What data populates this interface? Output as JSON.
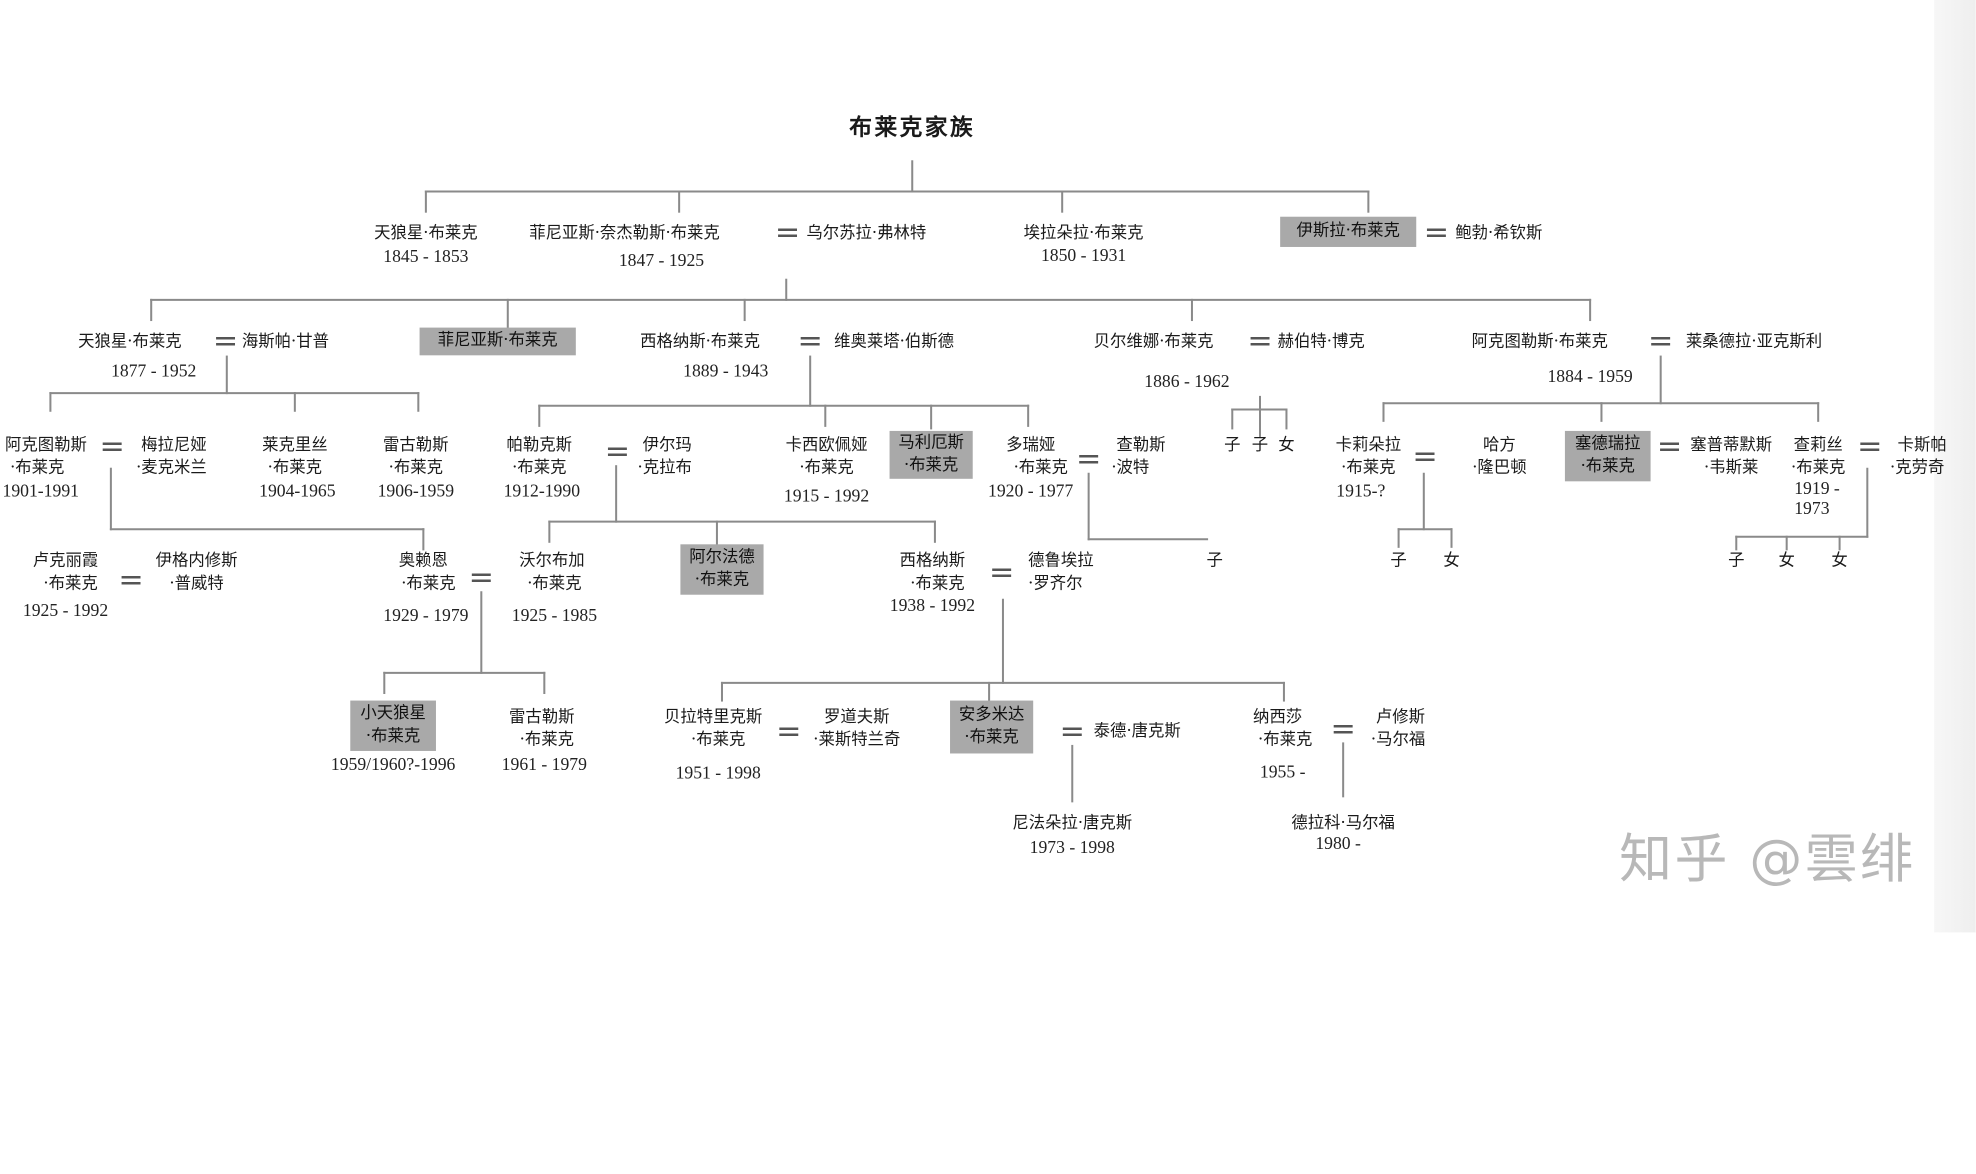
{
  "title": "布莱克家族",
  "watermark": "知乎 @雲绯",
  "gen1": {
    "sirius1": {
      "name": "天狼星·布莱克",
      "years": "1845 - 1853"
    },
    "phineas": {
      "name": "菲尼亚斯·奈杰勒斯·布莱克",
      "years": "1847 - 1925"
    },
    "ursula": {
      "name": "乌尔苏拉·弗林特"
    },
    "elladora": {
      "name": "埃拉朵拉·布莱克",
      "years": "1850 - 1931"
    },
    "isla": {
      "name": "伊斯拉·布莱克"
    },
    "bob": {
      "name": "鲍勃·希钦斯"
    }
  },
  "gen2": {
    "sirius2": {
      "name": "天狼星·布莱克",
      "years": "1877 - 1952"
    },
    "hesper": {
      "name": "海斯帕·甘普"
    },
    "phineas2": {
      "name": "菲尼亚斯·布莱克"
    },
    "cygnus": {
      "name": "西格纳斯·布莱克",
      "years": "1889 - 1943"
    },
    "violetta": {
      "name": "维奥莱塔·伯斯德"
    },
    "belvina": {
      "name": "贝尔维娜·布莱克",
      "years": "1886 - 1962"
    },
    "herbert": {
      "name": "赫伯特·博克"
    },
    "arcturus": {
      "name": "阿克图勒斯·布莱克",
      "years": "1884 - 1959"
    },
    "lysandra": {
      "name": "莱桑德拉·亚克斯利"
    }
  },
  "gen3": {
    "arcturus2": {
      "name1": "阿克图勒斯",
      "name2": "·布莱克",
      "years": "1901-1991"
    },
    "melania": {
      "name1": "梅拉尼娅",
      "name2": "·麦克米兰"
    },
    "lycoris": {
      "name1": "莱克里丝",
      "name2": "·布莱克",
      "years": "1904-1965"
    },
    "regulus1": {
      "name1": "雷古勒斯",
      "name2": "·布莱克",
      "years": "1906-1959"
    },
    "pollux": {
      "name1": "帕勒克斯",
      "name2": "·布莱克",
      "years": "1912-1990"
    },
    "irma": {
      "name1": "伊尔玛",
      "name2": "·克拉布"
    },
    "cassiopeia": {
      "name1": "卡西欧佩娅",
      "name2": "·布莱克",
      "years": "1915 - 1992"
    },
    "marius": {
      "name1": "马利厄斯",
      "name2": "·布莱克"
    },
    "dorea": {
      "name1": "多瑞娅",
      "name2": "·布莱克",
      "years": "1920 - 1977"
    },
    "charlus": {
      "name1": "查勒斯",
      "name2": "·波特"
    },
    "belvina_children": [
      "子",
      "子",
      "女"
    ],
    "callidora": {
      "name1": "卡莉朵拉",
      "name2": "·布莱克",
      "years": "1915-?"
    },
    "harfang": {
      "name1": "哈方",
      "name2": "·隆巴顿"
    },
    "cedrella": {
      "name1": "塞德瑞拉",
      "name2": "·布莱克"
    },
    "septimus": {
      "name1": "塞普蒂默斯",
      "name2": "·韦斯莱"
    },
    "charis": {
      "name1": "查莉丝",
      "name2": "·布莱克",
      "years1": "1919 -",
      "years2": "1973"
    },
    "caspar": {
      "name1": "卡斯帕",
      "name2": "·克劳奇"
    }
  },
  "gen4": {
    "lucretia": {
      "name1": "卢克丽霞",
      "name2": "·布莱克",
      "years": "1925 - 1992"
    },
    "ignatius": {
      "name1": "伊格内修斯",
      "name2": "·普威特"
    },
    "orion": {
      "name1": "奥赖恩",
      "name2": "·布莱克",
      "years": "1929 - 1979"
    },
    "walburga": {
      "name1": "沃尔布加",
      "name2": "·布莱克",
      "years": "1925 - 1985"
    },
    "alphard": {
      "name1": "阿尔法德",
      "name2": "·布莱克"
    },
    "cygnus2": {
      "name1": "西格纳斯",
      "name2": "·布莱克",
      "years": "1938 - 1992"
    },
    "druella": {
      "name1": "德鲁埃拉",
      "name2": "·罗齐尔"
    },
    "dorea_child": "子",
    "callidora_children": [
      "子",
      "女"
    ],
    "charis_children": [
      "子",
      "女",
      "女"
    ]
  },
  "gen5": {
    "sirius3": {
      "name1": "小天狼星",
      "name2": "·布莱克",
      "years": "1959/1960?-1996"
    },
    "regulus2": {
      "name1": "雷古勒斯",
      "name2": "·布莱克",
      "years": "1961 - 1979"
    },
    "bellatrix": {
      "name1": "贝拉特里克斯",
      "name2": "·布莱克",
      "years": "1951 - 1998"
    },
    "rodolphus": {
      "name1": "罗道夫斯",
      "name2": "·莱斯特兰奇"
    },
    "andromeda": {
      "name1": "安多米达",
      "name2": "·布莱克"
    },
    "ted": {
      "name": "泰德·唐克斯"
    },
    "narcissa": {
      "name1": "纳西莎",
      "name2": "·布莱克",
      "years": "1955 -"
    },
    "lucius": {
      "name1": "卢修斯",
      "name2": "·马尔福"
    }
  },
  "gen6": {
    "nymphadora": {
      "name": "尼法朵拉·唐克斯",
      "years": "1973 - 1998"
    },
    "draco": {
      "name": "德拉科·马尔福",
      "years": "1980 -"
    }
  },
  "marriage_symbol": "="
}
